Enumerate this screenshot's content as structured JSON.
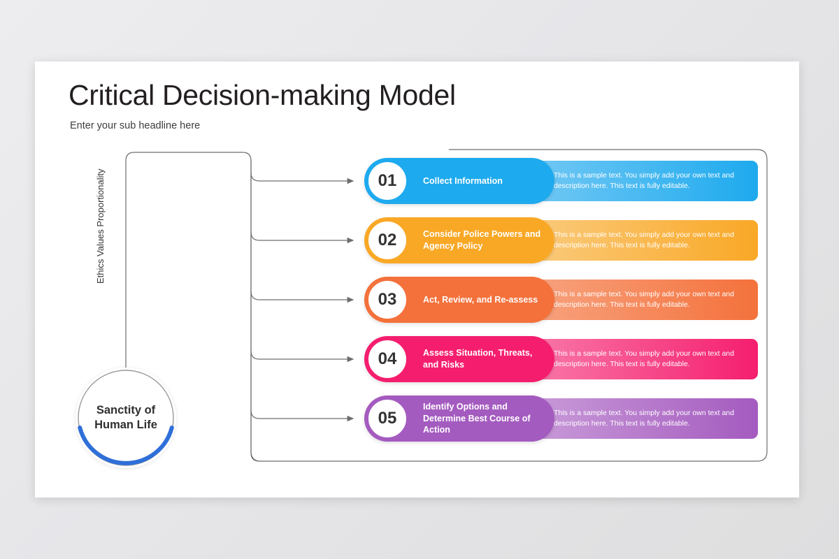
{
  "slide": {
    "title": "Critical Decision-making Model",
    "subtitle": "Enter your sub headline here"
  },
  "core": {
    "label_line1": "Sanctity of",
    "label_line2": "Human Life",
    "ring_color": "#2f6fd8",
    "ring_track_color": "#9a9a9a"
  },
  "axis": {
    "label": "Ethics Values Proportionality"
  },
  "shared": {
    "description": "This is a sample text. You simply add your own text and description here. This text is fully editable."
  },
  "steps": [
    {
      "number": "01",
      "title": "Collect Information",
      "description": "This is a sample text. You simply add your own text and description here. This text is fully editable.",
      "color": "#1eaaee",
      "color_dark": "#1896dd",
      "panel_from": "#7fcdf5",
      "panel_to": "#1eaaee"
    },
    {
      "number": "02",
      "title": "Consider Police Powers and Agency Policy",
      "description": "This is a sample text. You simply add your own text and description here. This text is fully editable.",
      "color": "#f9a826",
      "color_dark": "#f59a15",
      "panel_from": "#fbd08a",
      "panel_to": "#f9a826"
    },
    {
      "number": "03",
      "title": "Act, Review, and Re-assess",
      "description": "This is a sample text. You simply add your own text and description here. This text is fully editable.",
      "color": "#f4713b",
      "color_dark": "#ef6129",
      "panel_from": "#f8ab8a",
      "panel_to": "#f4713b"
    },
    {
      "number": "04",
      "title": "Assess Situation, Threats, and Risks",
      "description": "This is a sample text. You simply add your own text and description here. This text is fully editable.",
      "color": "#f51e6e",
      "color_dark": "#e8156a",
      "panel_from": "#f987b2",
      "panel_to": "#f51e6e"
    },
    {
      "number": "05",
      "title": "Identify Options and Determine Best Course of Action",
      "description": "This is a sample text. You simply add your own text and description here. This text is fully editable.",
      "color": "#a45bbf",
      "color_dark": "#9a4fb6",
      "panel_from": "#cfa5dd",
      "panel_to": "#a45bbf"
    }
  ],
  "connector": {
    "line_color": "#6d6d6d"
  }
}
